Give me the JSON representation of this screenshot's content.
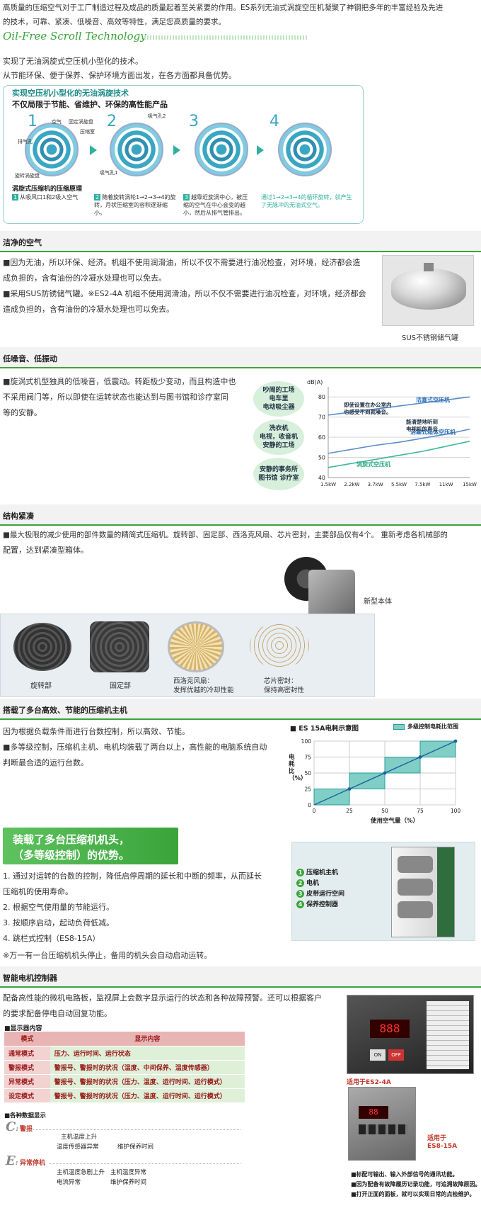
{
  "intro": {
    "line1": "高质量的压缩空气对于工厂制造过程及成品的质量起着至关紧要的作用。ES系列无油式涡旋空压机凝聚了神钢把多年的丰富经验及先进",
    "line2": "的技术，可靠、紧凑、低噪音、高效等特性，满足您高质量的要求。",
    "tech_title": "Oil-Free Scroll Technology",
    "line3": "实现了无油涡旋式空压机小型化的技术。",
    "line4": "从节能环保、便于保养、保护环境方面出发，在各方面都具备优势。"
  },
  "scroll_box": {
    "title": "实现空压机小型化的无油涡旋技术",
    "subtitle": "不仅局限于节能、省维护、环保的高性能产品",
    "steps": [
      "1",
      "2",
      "3",
      "4"
    ],
    "labels": [
      "空气",
      "固定涡旋盘",
      "压缩室",
      "排气孔",
      "旋转涡旋盘",
      "吸气孔2",
      "吸气孔1"
    ],
    "principle_title": "涡旋式压缩机的压缩原理",
    "step_texts": [
      "从吸风口1和2吸入空气",
      "随着旋转涡轮1→2→3→4的旋转，月状压缩室的容积逐渐缩小。",
      "越靠近旋涡中心，被压缩的空气在中心会变的越小，然后从排气管排出。",
      "通过1→2→3→4的循环旋转，就产生了无脉冲的无油式空气。"
    ]
  },
  "clean_air": {
    "header": "洁净的空气",
    "p1a": "■因为无油，所以环保、经济。机组不使用润滑油，所以不仅不需要进行油况检查，对环境，经济都会造",
    "p1b": "成负担的，含有油份的冷凝水处理也可以免去。",
    "p2a": "■采用SUS防锈储气罐。※ES2-4A 机组不使用润滑油，所以不仅不需要进行油况检查，对环境，经济都会",
    "p2b": "造成负担的，含有油份的冷凝水处理也可以免去。",
    "caption": "SUS不锈钢储气罐"
  },
  "low_noise": {
    "header": "低噪音、低振动",
    "p1": "■旋涡式机型独具的低噪音，低震动。转距极少变动，而且构造中也",
    "p2": "不采用阀门等，所以即使在运转状态也能达到与图书馆和诊疗室同",
    "p3": "等的安静。",
    "bubbles": [
      "吵闹的工场\n电车里\n电动吸尘器",
      "洗衣机\n电视，收音机\n安静的工场",
      "安静的事务所\n图书馆 诊疗室"
    ]
  },
  "chart_data": {
    "type": "line",
    "title": "",
    "ylabel": "dB(A)",
    "xlabel": "",
    "categories": [
      "1.5kW",
      "2.2kW",
      "3.7kW",
      "5.5kW",
      "7.5kW",
      "11kW",
      "15kW"
    ],
    "ylim": [
      40,
      85
    ],
    "yticks": [
      40,
      50,
      60,
      70,
      80
    ],
    "series": [
      {
        "name": "活塞式空压机",
        "values": [
          71,
          72.5,
          74,
          75.5,
          77,
          78.5,
          80
        ],
        "color": "#5b8ec8"
      },
      {
        "name": "活塞式箱体空压机",
        "values": [
          52,
          54,
          56,
          57.5,
          59.5,
          61.5,
          64
        ],
        "color": "#5b8ec8"
      },
      {
        "name": "涡旋式空压机",
        "values": [
          45,
          47,
          49,
          51,
          53,
          55.5,
          58
        ],
        "color": "#39b89a"
      }
    ],
    "annotations": [
      "即使设置在办公室内\n也感受不到就噪音。",
      "能清楚地听到\n电视机的声音"
    ]
  },
  "compact": {
    "header": "结构紧凑",
    "p1": "■最大极限的减少使用的部件数量的精简式压缩机。旋转部、固定部、西洛克风扇、芯片密封，主要部品仅有4个。 重新考虑各机械部的",
    "p2": "配置，达到紧凑型箱体。",
    "body_label": "新型本体",
    "parts": [
      "旋转部",
      "固定部",
      "西洛克风扇：\n发挥优越的冷却性能",
      "芯片密封：\n保持高密封性"
    ]
  },
  "multi": {
    "header": "搭载了多台高效、节能的压缩机主机",
    "p1": "因为根据负载条件而进行台数控制，所以高效、节能。",
    "p2": "■多等级控制，压缩机主机、电机均装载了两台以上，高性能的电脑系统自动",
    "p3": "判断最合适的运行台数。",
    "chart_title": "■ ES 15A电耗示意图",
    "legend": "多级控制电耗比范围",
    "ylabel": "电耗比（%）",
    "xlabel": "使用空气量（%）",
    "ticks": [
      "0",
      "25",
      "50",
      "75",
      "100"
    ]
  },
  "advantages": {
    "banner1": "装载了多台压缩机机头，",
    "banner2": "（多等级控制）的优势。",
    "items": [
      "1. 通过对运转的台数的控制，降低启停周期的延长和中断的频率，从而延长",
      "压缩机的使用寿命。",
      "2. 根据空气使用量的节能运行。",
      "3. 按顺序启动，起动负荷低减。",
      "4. 跳栏式控制（ES8-15A）",
      "※万一有一台压缩机机头停止，备用的机头会自动启动运转。"
    ],
    "legend": [
      "压缩机主机",
      "电机",
      "皮带运行空间",
      "保养控制器"
    ]
  },
  "controller": {
    "header": "智能电机控制器",
    "p1": "配备高性能的微机电路板，监视屏上会数字显示运行的状态和各种故障预警。还可以根据客户",
    "p2": "的要求配备停电自动回复功能。",
    "table_title": "■显示器内容",
    "cols": [
      "模式",
      "显示内容"
    ],
    "rows": [
      [
        "通常模式",
        "压力、运行时间、运行状态"
      ],
      [
        "警报模式",
        "警报号、警报时的状况（温度、中间保养、温度传感器）"
      ],
      [
        "异常模式",
        "警报号、警报时的状况（压力、温度、运行时间、运行模式）"
      ],
      [
        "设定模式",
        "警报号、警报时的状况（压力、温度、运行时间、运行模式）"
      ]
    ],
    "examples_title": "■各种数据显示",
    "alarm_label": "警报",
    "alarm_items": [
      "主机温度上升",
      "温度传感器异常",
      "维护保养时间"
    ],
    "fault_label": "异常停机",
    "fault_items": [
      "主机温度急剧上升",
      "主机温度异常",
      "电流异常",
      "维护保养时间"
    ],
    "panel1_caption": "适用于ES2-4A",
    "panel2_caption": "适用于\nES8-15A",
    "notes": [
      "■标配可输出、输入外部信号的通讯功能。",
      "■因为配备有故障履历记录功能，可追溯故障原因。",
      "■打开正面的面板，就可以实现日常的点检维护。"
    ],
    "btn_on": "ON",
    "btn_off": "OFF"
  }
}
